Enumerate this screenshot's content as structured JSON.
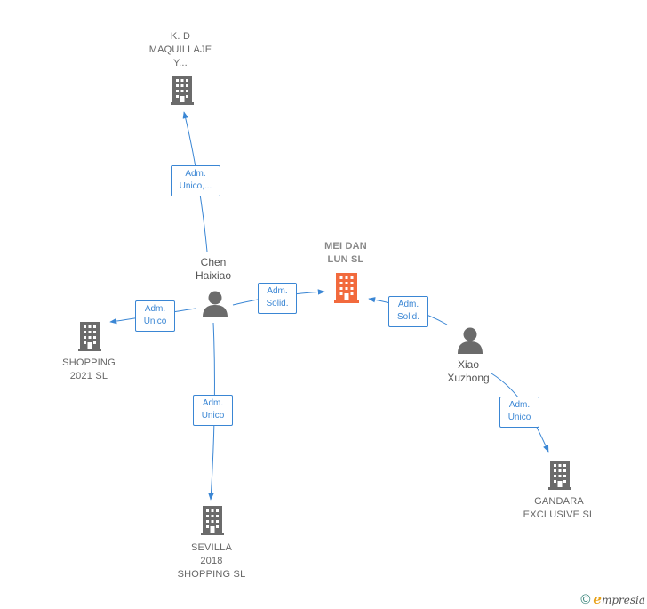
{
  "nodes": {
    "kd": {
      "label": "K. D\nMAQUILLAJE\nY..."
    },
    "meidan": {
      "label": "MEI DAN\nLUN  SL"
    },
    "chen": {
      "label": "Chen\nHaixiao"
    },
    "shopping2021": {
      "label": "SHOPPING\n2021  SL"
    },
    "sevilla": {
      "label": "SEVILLA\n2018\nSHOPPING  SL"
    },
    "xiao": {
      "label": "Xiao\nXuzhong"
    },
    "gandara": {
      "label": "GANDARA\nEXCLUSIVE  SL"
    }
  },
  "edges": {
    "chen_kd": {
      "label": "Adm.\nUnico,..."
    },
    "chen_meidan": {
      "label": "Adm.\nSolid."
    },
    "xiao_meidan": {
      "label": "Adm.\nSolid."
    },
    "chen_shopping": {
      "label": "Adm.\nUnico"
    },
    "chen_sevilla": {
      "label": "Adm.\nUnico"
    },
    "xiao_gandara": {
      "label": "Adm.\nUnico"
    }
  },
  "colors": {
    "edge": "#3a86d4",
    "company": "#6b6b6b",
    "main_company": "#f26a3d",
    "person": "#6b6b6b"
  },
  "footer": {
    "copyright": "©",
    "brand_initial": "e",
    "brand_rest": "mpresia"
  }
}
